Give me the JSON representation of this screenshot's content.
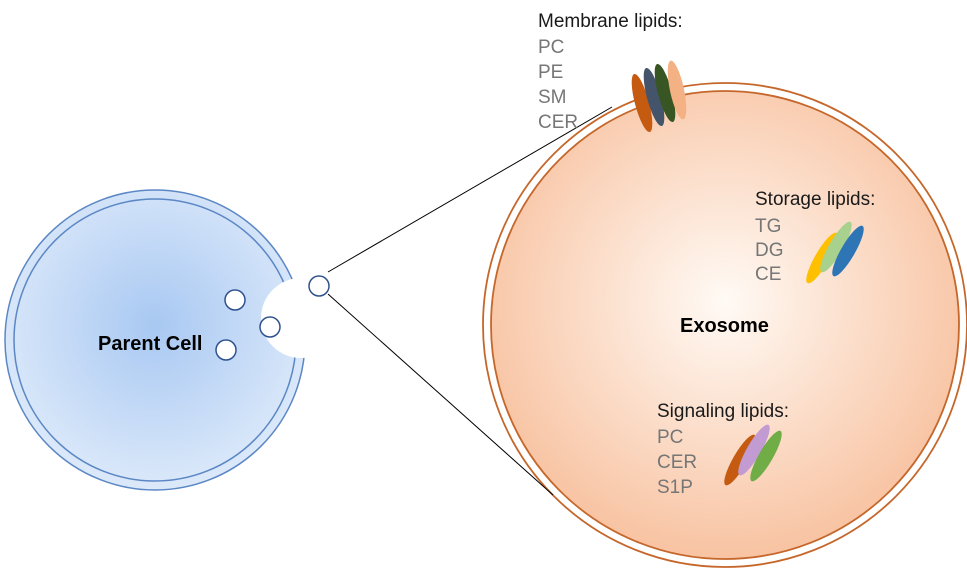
{
  "parent_cell": {
    "label": "Parent Cell"
  },
  "exosome": {
    "label": "Exosome"
  },
  "membrane_lipids": {
    "title": "Membrane lipids:",
    "items": [
      "PC",
      "PE",
      "SM",
      "CER"
    ]
  },
  "storage_lipids": {
    "title": "Storage lipids:",
    "items": [
      "TG",
      "DG",
      "CE"
    ]
  },
  "signaling_lipids": {
    "title": "Signaling lipids:",
    "items": [
      "PC",
      "CER",
      "S1P"
    ]
  },
  "colors": {
    "cell_fill_center": "#a8c8f2",
    "cell_fill_edge": "#dce9fa",
    "cell_border": "#5b87c5",
    "exosome_fill_center": "#fffaf5",
    "exosome_fill_edge": "#f8c3a2",
    "exosome_border": "#c5672a",
    "membrane_lipid_colors": [
      "#c55a11",
      "#44546a",
      "#375623",
      "#f4b183"
    ],
    "storage_lipid_colors": [
      "#ffc000",
      "#a9d18e",
      "#2e75b6"
    ],
    "signaling_lipid_colors": [
      "#c55a11",
      "#c39bd3",
      "#70ad47"
    ]
  }
}
